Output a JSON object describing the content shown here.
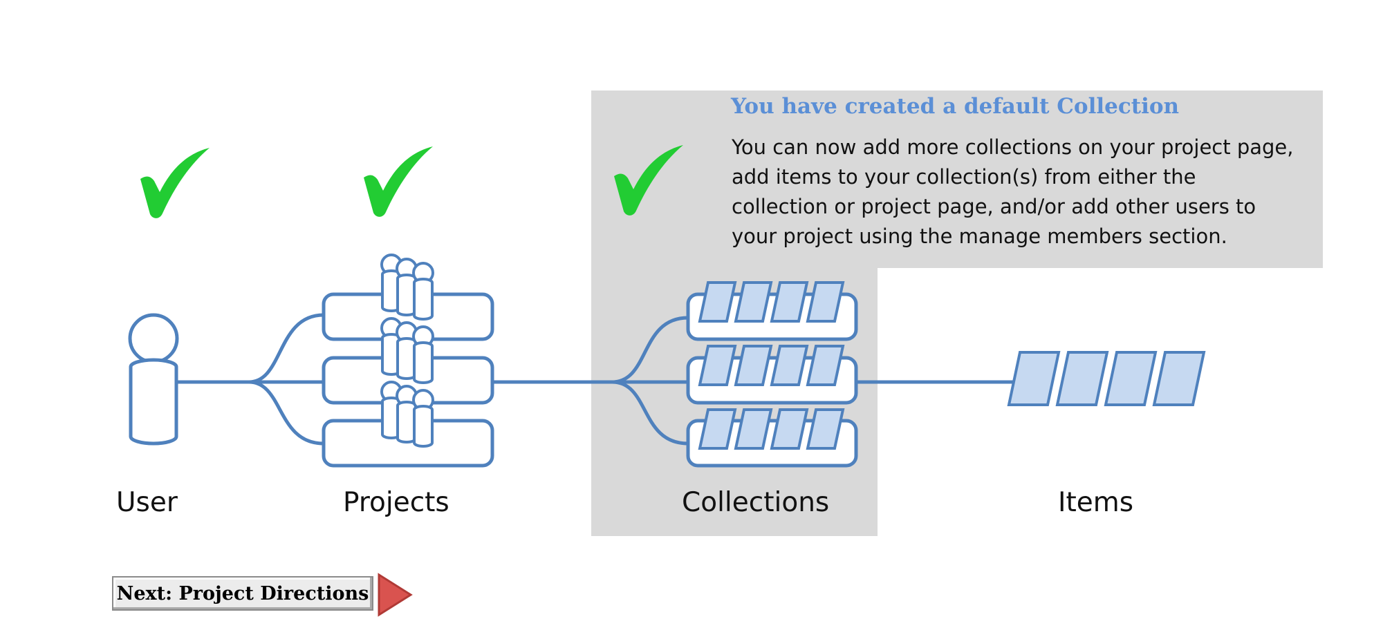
{
  "callout": {
    "title": "You have created a default Collection",
    "body_lines": [
      "You can now add more collections on your project page,",
      "add items to your collection(s) from either the",
      "collection or project page, and/or add other users to",
      "your project using the manage members section."
    ]
  },
  "stages": [
    {
      "label": "User",
      "completed": true
    },
    {
      "label": "Projects",
      "completed": true
    },
    {
      "label": "Collections",
      "completed": true
    },
    {
      "label": "Items",
      "completed": false
    }
  ],
  "next_button": {
    "label": "Next: Project Directions"
  },
  "colors": {
    "outline": "#4f81bd",
    "fill_light": "#c6d9f1",
    "check": "#22cc33",
    "highlight_panel": "#d9d9d9",
    "title": "#5b8fd6",
    "arrow": "#d9534f"
  },
  "icons": {
    "check": "checkmark-icon",
    "user": "user-icon",
    "projects": "projects-icon",
    "collections": "collections-icon",
    "items": "items-icon",
    "arrow": "play-arrow-icon"
  }
}
